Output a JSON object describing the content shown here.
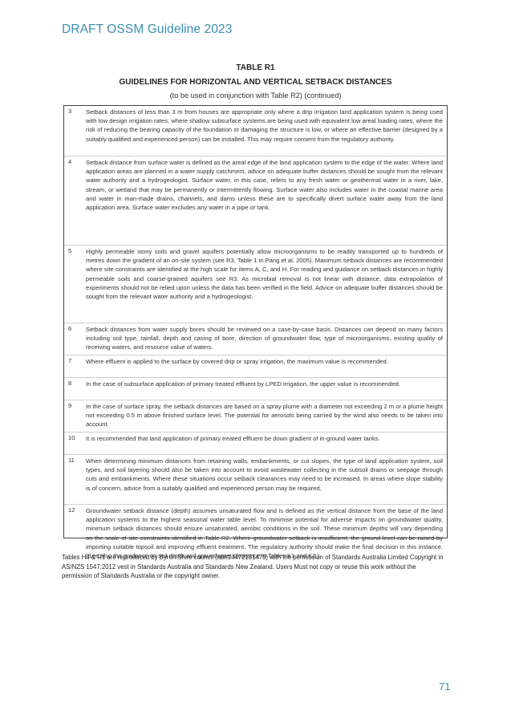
{
  "header": {
    "title": "DRAFT OSSM Guideline 2023"
  },
  "table": {
    "title": "TABLE R1",
    "subtitle": "GUIDELINES FOR HORIZONTAL AND VERTICAL SETBACK DISTANCES",
    "note": "(to be used in conjunction with Table R2) (continued)"
  },
  "notes": [
    {
      "num": "3",
      "text": "Setback distances of less than 3 m from houses are appropriate only where a drip irrigation land application system is being used with low design irrigation rates, where shallow subsurface systems are being used with equivalent low areal loading rates, where the risk of reducing the bearing capacity of the foundation or damaging the structure is low, or where an effective barrier (designed by a suitably qualified and experienced person) can be installed. This may require consent from the regulatory authority."
    },
    {
      "num": "4",
      "text": "Setback distance from surface water is defined as the areal edge of the land application system to the edge of the water. Where land application areas are planned in a water supply catchment, advice on adequate buffer distances should be sought from the relevant water authority and a hydrogeologist. Surface water, in this case, refers to any fresh water or geothermal water in a river, lake, stream, or wetland that may be permanently or intermittently flowing. Surface water also includes water in the coastal marine area and water in man-made drains, channels, and dams unless these are to specifically divert surface water away from the land application area. Surface water excludes any water in a pipe or tank."
    },
    {
      "num": "5",
      "text": "Highly permeable stony soils and gravel aquifers potentially allow microorganisms to be readily transported up to hundreds of metres down the gradient of an on-site system (see R3, Table 1 in Pang et al. 2005). Maximum setback distances are recommended where site constraints are identified at the high scale for items A, C, and H. For reading and guidance on setback distances in highly permeable soils and coarse-grained aquifers see R3. As microbial removal is not linear with distance, data extrapolation of experiments should not be relied upon unless the data has been verified in the field. Advice on adequate buffer distances should be sought from the relevant water authority and a hydrogeologist."
    },
    {
      "num": "6",
      "text": "Setback distances from water supply bores should be reviewed on a case-by-case basis. Distances can depend on many factors including soil type, rainfall, depth and casing of bore, direction of groundwater flow, type of microorganisms, existing quality of receiving waters, and resource value of waters."
    },
    {
      "num": "7",
      "text": "Where effluent is applied to the surface by covered drip or spray irrigation, the maximum value is recommended."
    },
    {
      "num": "8",
      "text": "In the case of subsurface application of primary treated effluent by LPED irrigation, the upper value is recommended."
    },
    {
      "num": "9",
      "text": "In the case of surface spray, the setback distances are based on a spray plume with a diameter not exceeding 2 m or a plume height not exceeding 0.5 m above finished surface level. The potential for aerosols being carried by the wind also needs to be taken into account."
    },
    {
      "num": "10",
      "text": "It is recommended that land application of primary treated effluent be down gradient of in-ground water tanks."
    },
    {
      "num": "11",
      "text": "When determining minimum distances from retaining walls, embankments, or cut slopes, the type of land application system, soil types, and soil layering should also be taken into account to avoid wastewater collecting in the subsoil drains or seepage through cuts and embankments. Where these situations occur setback clearances may need to be increased. In areas where slope stability is of concern, advice from a suitably qualified and experienced person may be required."
    },
    {
      "num": "12",
      "text": "Groundwater setback distance (depth) assumes unsaturated flow and is defined as the vertical distance from the base of the land application systems to the highest seasonal water table level. To minimise potential for adverse impacts on groundwater quality, minimum setback distances should ensure unsaturated, aerobic conditions in the soil. These minimum depths will vary depending on the scale of site constraints identified in Table R2. Where groundwater setback is insufficient, the ground level can be raised by importing suitable topsoil and improving effluent treatment. The regulatory authority should make the final decision in this instance. (See also the guidance on soil depth and groundwater clearance in Tables K1 and K2.)"
    }
  ],
  "footnote": "Tables H4 & R1 are reproduced by Byron Shire council (abn14472131473) with the permission of Standards Australia Limited Copyright in AS/NZS 1547:2012 vest in Standards Australia and Standards New Zealand. Users Must not copy or reuse this work without the permission of Standards Australia or the copyright owner.",
  "page_number": "71"
}
